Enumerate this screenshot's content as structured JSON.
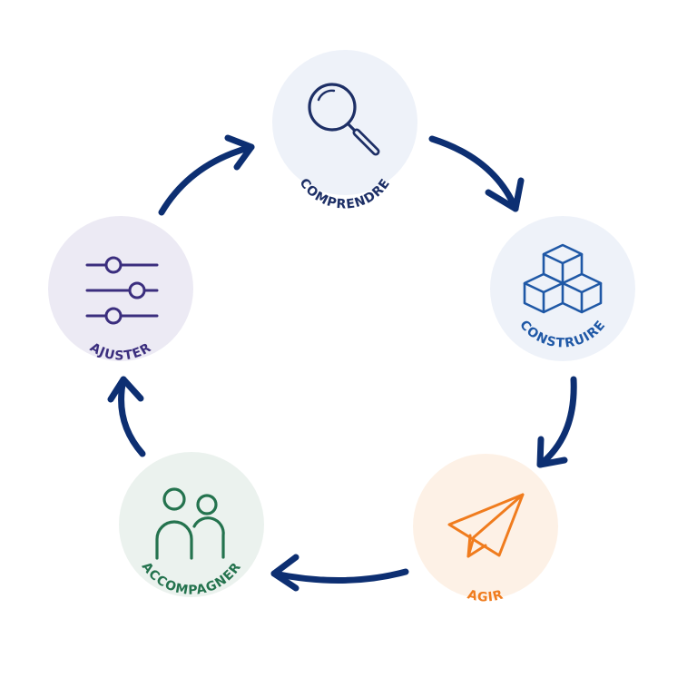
{
  "cycle": {
    "arrow_color": "#0d2f72",
    "nodes": [
      {
        "id": "comprendre",
        "label": "COMPRENDRE",
        "icon": "magnifier-icon",
        "color": "#1d2f66",
        "bg": "#eef2f9"
      },
      {
        "id": "construire",
        "label": "CONSTRUIRE",
        "icon": "cubes-icon",
        "color": "#1f58a6",
        "bg": "#eef2f9"
      },
      {
        "id": "agir",
        "label": "AGIR",
        "icon": "paper-plane-icon",
        "color": "#f07c1e",
        "bg": "#fdf1e6"
      },
      {
        "id": "accompagner",
        "label": "ACCOMPAGNER",
        "icon": "people-icon",
        "color": "#24734e",
        "bg": "#ebf2ee"
      },
      {
        "id": "ajuster",
        "label": "AJUSTER",
        "icon": "sliders-icon",
        "color": "#3b2e7e",
        "bg": "#eceaf4"
      }
    ]
  }
}
